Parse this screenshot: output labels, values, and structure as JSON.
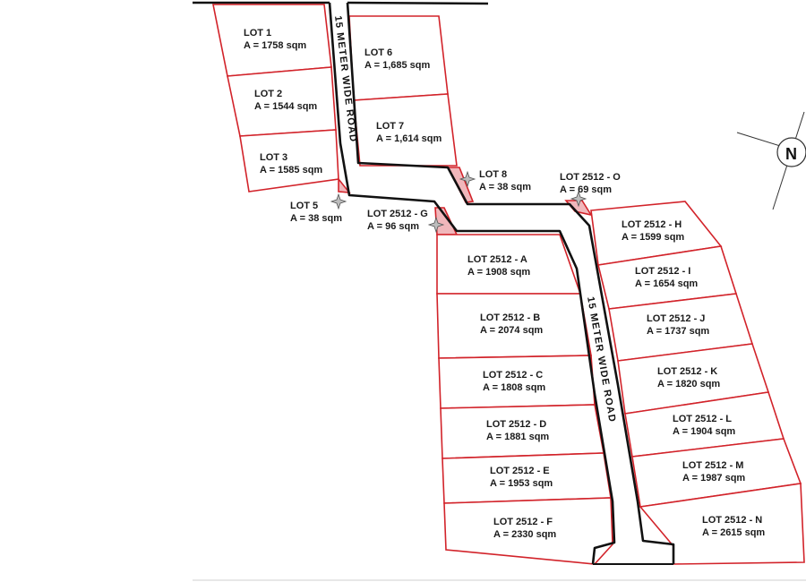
{
  "roads": {
    "road_upper": "15 METER WIDE ROAD",
    "road_lower": "15 METER WIDE ROAD"
  },
  "lots": {
    "lot1": {
      "name": "LOT 1",
      "area": "A = 1758 sqm"
    },
    "lot2": {
      "name": "LOT 2",
      "area": "A = 1544 sqm"
    },
    "lot3": {
      "name": "LOT 3",
      "area": "A = 1585 sqm"
    },
    "lot5": {
      "name": "LOT 5",
      "area": "A = 38 sqm"
    },
    "lot6": {
      "name": "LOT 6",
      "area": "A = 1,685 sqm"
    },
    "lot7": {
      "name": "LOT 7",
      "area": "A = 1,614 sqm"
    },
    "lot8": {
      "name": "LOT 8",
      "area": "A = 38 sqm"
    },
    "lotG": {
      "name": "LOT 2512 - G",
      "area": "A = 96 sqm"
    },
    "lotO": {
      "name": "LOT 2512 - O",
      "area": "A = 69 sqm"
    },
    "lotA": {
      "name": "LOT 2512 - A",
      "area": "A = 1908 sqm"
    },
    "lotB": {
      "name": "LOT 2512 - B",
      "area": "A = 2074 sqm"
    },
    "lotC": {
      "name": "LOT 2512 - C",
      "area": "A = 1808 sqm"
    },
    "lotD": {
      "name": "LOT 2512 - D",
      "area": "A = 1881 sqm"
    },
    "lotE": {
      "name": "LOT 2512 - E",
      "area": "A = 1953 sqm"
    },
    "lotF": {
      "name": "LOT 2512 - F",
      "area": "A = 2330 sqm"
    },
    "lotH": {
      "name": "LOT 2512 - H",
      "area": "A = 1599 sqm"
    },
    "lotI": {
      "name": "LOT 2512 - I",
      "area": "A = 1654 sqm"
    },
    "lotJ": {
      "name": "LOT 2512 - J",
      "area": "A = 1737 sqm"
    },
    "lotK": {
      "name": "LOT 2512 - K",
      "area": "A = 1820 sqm"
    },
    "lotL": {
      "name": "LOT 2512 - L",
      "area": "A = 1904 sqm"
    },
    "lotM": {
      "name": "LOT 2512 - M",
      "area": "A = 1987 sqm"
    },
    "lotN": {
      "name": "LOT 2512 - N",
      "area": "A = 2615 sqm"
    }
  },
  "north_arrow": {
    "label": "N",
    "icon": "north-arrow-icon"
  },
  "colors": {
    "lot_boundary": "#d2232a",
    "road_edge": "#111111",
    "small_lot_fill": "#f0b7bb"
  }
}
